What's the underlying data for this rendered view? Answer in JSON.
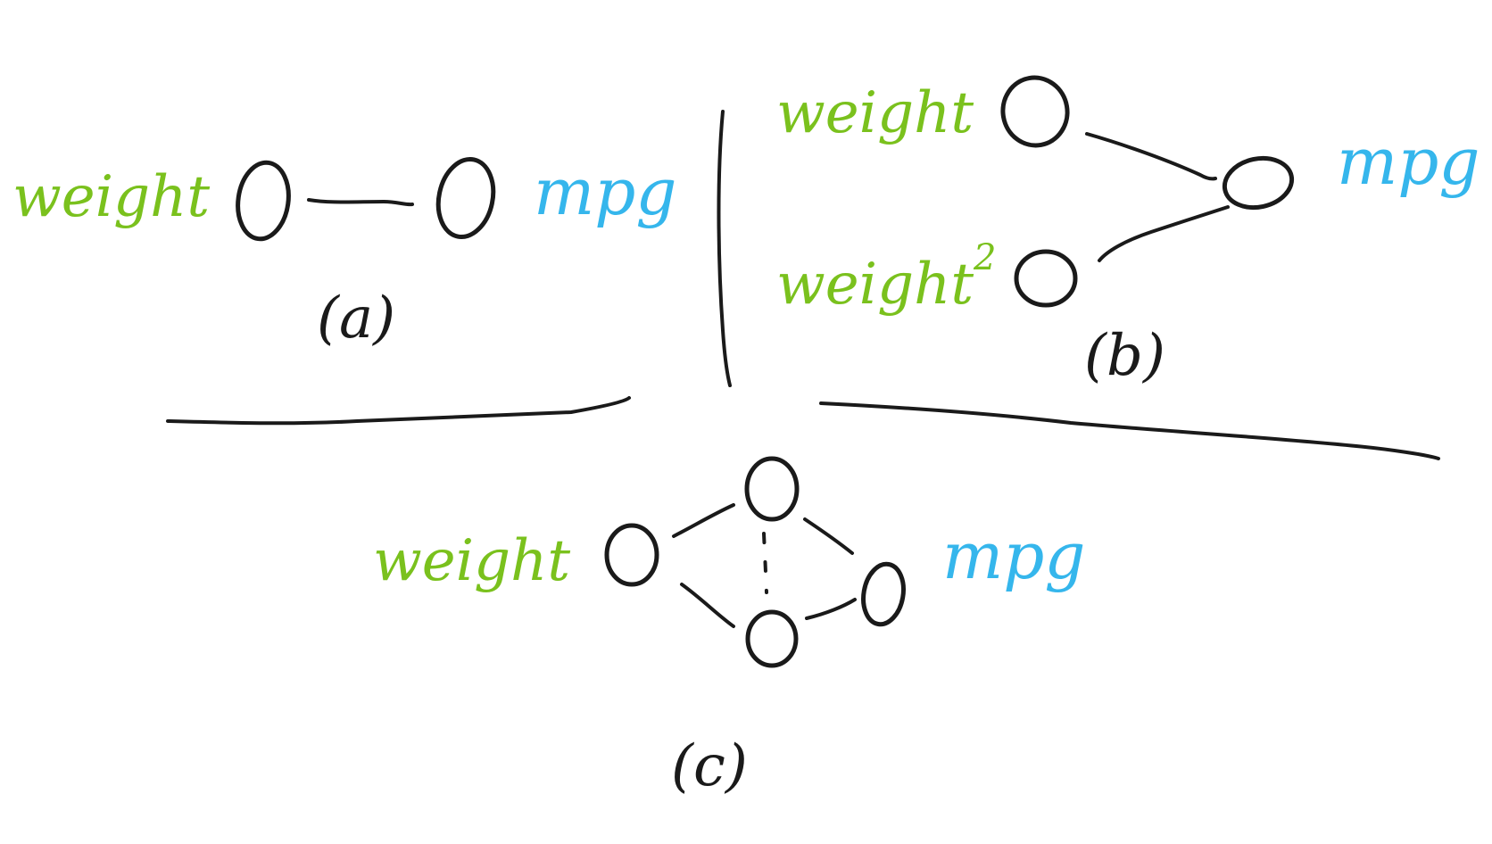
{
  "panel_a": {
    "input_label": "weight",
    "output_label": "mpg",
    "caption": "(a)"
  },
  "panel_b": {
    "input_label_1": "weight",
    "input_label_2": "weight",
    "input_label_2_superscript": "2",
    "output_label": "mpg",
    "caption": "(b)"
  },
  "panel_c": {
    "input_label": "weight",
    "output_label": "mpg",
    "caption": "(c)"
  },
  "colors": {
    "input": "#7ac11d",
    "output": "#35b6ec",
    "ink": "#1a1a1a"
  }
}
